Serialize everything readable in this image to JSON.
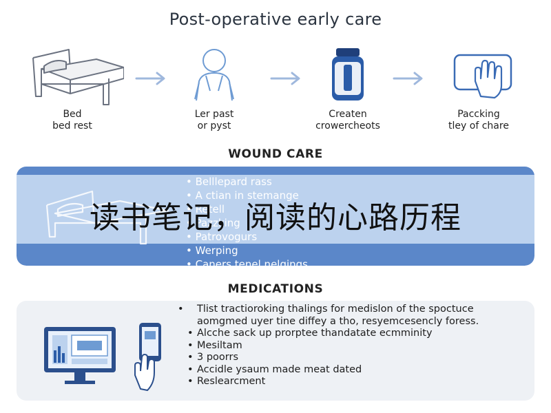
{
  "title": "Post-operative early care",
  "steps": [
    {
      "icon": "bed-icon",
      "line1": "Bed",
      "line2": "bed rest"
    },
    {
      "icon": "person-icon",
      "line1": "Ler past",
      "line2": "or pyst"
    },
    {
      "icon": "medicine-bottle-icon",
      "line1": "Createn",
      "line2": "crowercheots"
    },
    {
      "icon": "hand-touch-icon",
      "line1": "Paccking",
      "line2": "tley of chare"
    }
  ],
  "wound_care": {
    "title": "WOUND CARE",
    "items": [
      "Belllepard rass",
      "A ctian in stemange",
      "Retell",
      "Pazzking",
      "Patrovogurs",
      "Werping",
      "Caners tenel nelgings"
    ]
  },
  "medications": {
    "title": "MEDICATIONS",
    "items": [
      "Tlist tractioroking thalings for medislon of the spoctuce aomgmed uyer tine diffey a tho, resyemcesencly foress.",
      "Alcche sack up prorptee thandatate ecmminity",
      "Mesiltam",
      "3 poorrs",
      "Accidle ysaum made meat dated",
      "Reslearcment"
    ]
  },
  "overlay_text": "读书笔记，阅读的心路历程",
  "colors": {
    "accent_blue": "#5b87c9",
    "light_blue": "#bcd2ee",
    "arrow_blue": "#9fb8dd",
    "panel_gray": "#eef1f5"
  }
}
